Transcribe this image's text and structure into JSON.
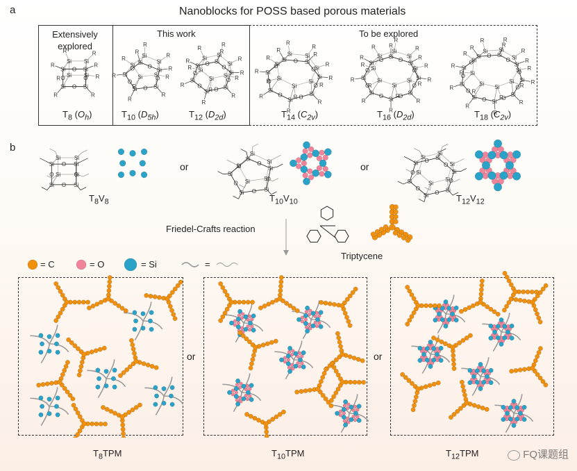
{
  "panel_a": {
    "letter": "a",
    "title": "Nanoblocks for POSS based porous materials",
    "sections": {
      "explored": "Extensively explored",
      "this_work": "This work",
      "to_explore": "To be explored"
    },
    "cages": [
      {
        "base": "T",
        "sub": "8",
        "sym": "O",
        "symsub": "h"
      },
      {
        "base": "T",
        "sub": "10",
        "sym": "D",
        "symsub": "5h"
      },
      {
        "base": "T",
        "sub": "12",
        "sym": "D",
        "symsub": "2d"
      },
      {
        "base": "T",
        "sub": "14",
        "sym": "C",
        "symsub": "2v"
      },
      {
        "base": "T",
        "sub": "16",
        "sym": "D",
        "symsub": "2d"
      },
      {
        "base": "T",
        "sub": "18",
        "sym": "C",
        "symsub": "2v"
      }
    ],
    "atom_labels": {
      "si": "Si",
      "o": "O",
      "r": "R"
    }
  },
  "panel_b": {
    "letter": "b",
    "or": "or",
    "monomers": [
      {
        "base": "T",
        "sub": "8",
        "v": "V",
        "vsub": "8"
      },
      {
        "base": "T",
        "sub": "10",
        "v": "V",
        "vsub": "10"
      },
      {
        "base": "T",
        "sub": "12",
        "v": "V",
        "vsub": "12"
      }
    ],
    "reaction": "Friedel-Crafts reaction",
    "linker": "Triptycene",
    "legend": {
      "c": "= C",
      "o": "= O",
      "si": "= Si",
      "chain": "="
    },
    "products": [
      {
        "base": "T",
        "sub": "8",
        "suffix": "TPM"
      },
      {
        "base": "T",
        "sub": "10",
        "suffix": "TPM"
      },
      {
        "base": "T",
        "sub": "12",
        "suffix": "TPM"
      }
    ]
  },
  "colors": {
    "carbon": "#f0900f",
    "oxygen": "#f0849a",
    "silicon": "#2ba3c9",
    "chain": "#9a9a9a"
  },
  "watermark": "FQ课题组"
}
